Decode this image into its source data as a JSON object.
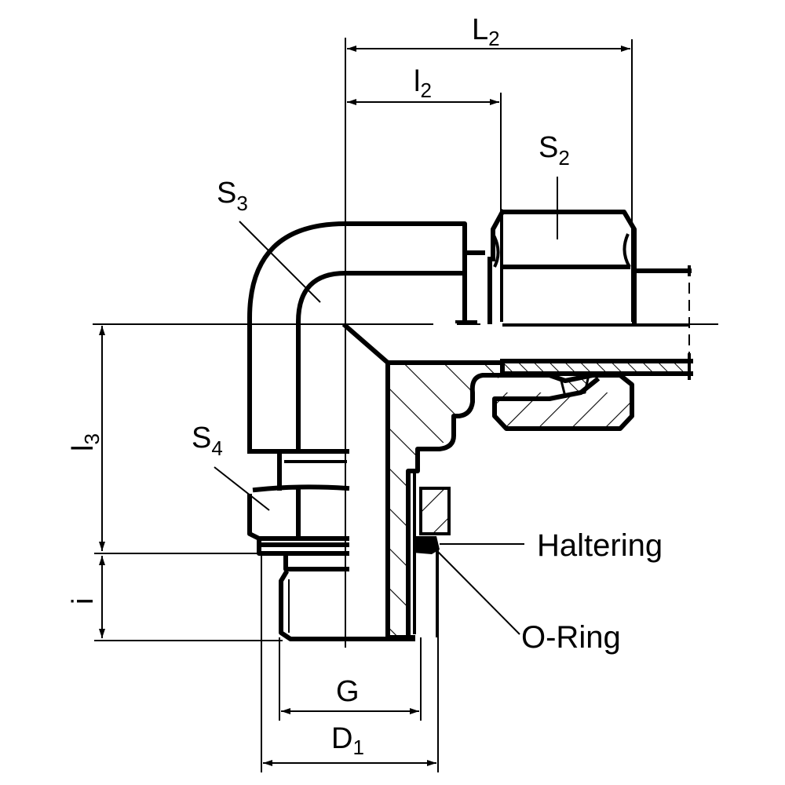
{
  "drawing": {
    "title": "90° elbow fitting with O-ring seal (technical section drawing)",
    "ink_color": "#000000",
    "background_color": "#ffffff"
  },
  "dimensions": {
    "L2": {
      "main": "L",
      "sub": "2"
    },
    "l2": {
      "main": "l",
      "sub": "2"
    },
    "l3": {
      "main": "l",
      "sub": "3"
    },
    "i": {
      "main": "i",
      "sub": ""
    },
    "G": {
      "main": "G",
      "sub": ""
    },
    "D1": {
      "main": "D",
      "sub": "1"
    }
  },
  "wrench_sizes": {
    "S2": {
      "main": "S",
      "sub": "2"
    },
    "S3": {
      "main": "S",
      "sub": "3"
    },
    "S4": {
      "main": "S",
      "sub": "4"
    }
  },
  "callouts": {
    "haltering": "Haltering",
    "o_ring": "O-Ring"
  }
}
